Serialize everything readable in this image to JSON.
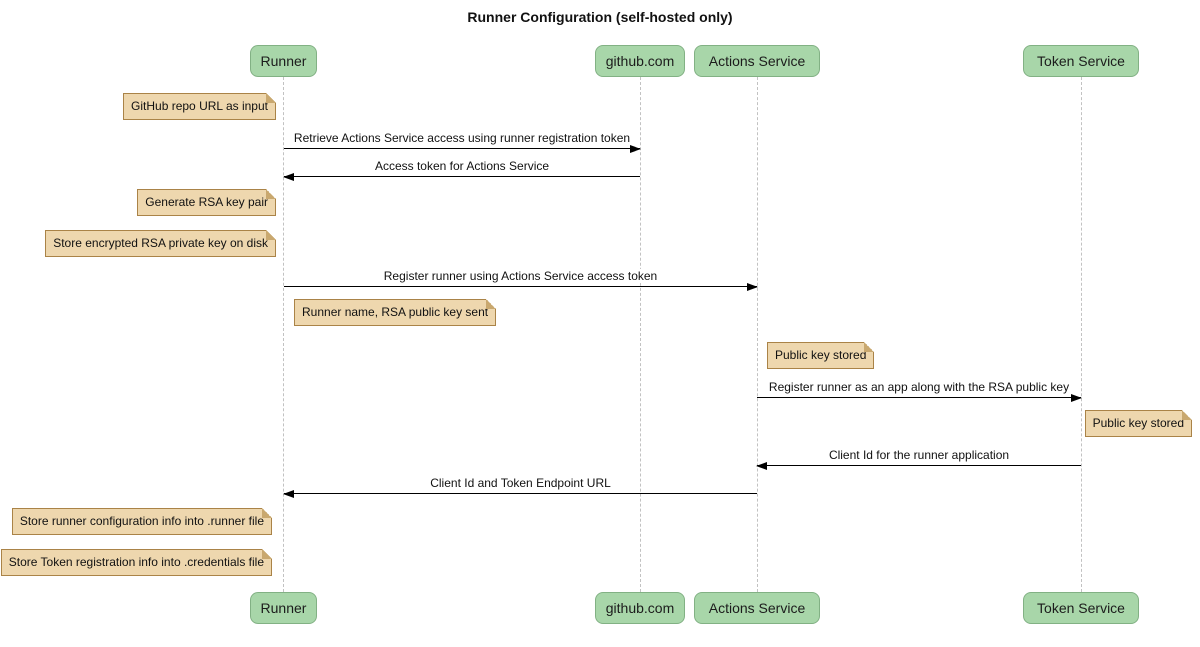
{
  "title": "Runner Configuration (self-hosted only)",
  "diagram_type": "sequence-diagram",
  "participants": [
    {
      "name": "Runner"
    },
    {
      "name": "github.com"
    },
    {
      "name": "Actions Service"
    },
    {
      "name": "Token Service"
    }
  ],
  "messages": [
    {
      "from": "Runner",
      "to": "github.com",
      "label": "Retrieve Actions Service access using runner registration token"
    },
    {
      "from": "github.com",
      "to": "Runner",
      "label": "Access token for Actions Service"
    },
    {
      "from": "Runner",
      "to": "Actions Service",
      "label": "Register runner using Actions Service access token"
    },
    {
      "from": "Actions Service",
      "to": "Token Service",
      "label": "Register runner as an app along with the RSA public key"
    },
    {
      "from": "Token Service",
      "to": "Actions Service",
      "label": "Client Id for the runner application"
    },
    {
      "from": "Actions Service",
      "to": "Runner",
      "label": "Client Id and Token Endpoint URL"
    }
  ],
  "notes": [
    {
      "text": "GitHub repo URL as input",
      "anchor": "Runner",
      "side": "left"
    },
    {
      "text": "Generate RSA key pair",
      "anchor": "Runner",
      "side": "left"
    },
    {
      "text": "Store encrypted RSA private key on disk",
      "anchor": "Runner",
      "side": "left"
    },
    {
      "text": "Runner name, RSA public key sent",
      "anchor": "Runner",
      "side": "right"
    },
    {
      "text": "Public key stored",
      "anchor": "Actions Service",
      "side": "right"
    },
    {
      "text": "Public key stored",
      "anchor": "Token Service",
      "side": "right"
    },
    {
      "text": "Store runner configuration info into .runner file",
      "anchor": "Runner",
      "side": "left"
    },
    {
      "text": "Store Token registration info into .credentials file",
      "anchor": "Runner",
      "side": "left"
    }
  ],
  "colors": {
    "participant_fill": "#a8d6a9",
    "participant_border": "#82b184",
    "note_fill": "#eed7ae",
    "note_border": "#aa8347",
    "lifeline": "#c2c2c2",
    "message_line": "#000000",
    "background": "#ffffff"
  }
}
